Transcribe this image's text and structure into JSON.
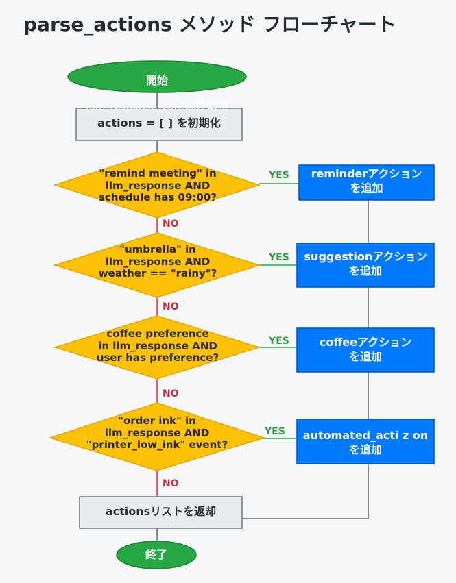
{
  "title": "parse_actions メソッド フローチャート",
  "start": {
    "title": "開始",
    "subtitle": "(llm_response_context) 取得"
  },
  "init": "actions = [ ] を初期化",
  "decisions": [
    {
      "text": "\"remind meeting\" in\nllm_response AND\nschedule has 09:00?",
      "yes": "YES",
      "no": "NO",
      "action": "reminderアクション\nを追加"
    },
    {
      "text": "\"umbrella\" in\nllm_response AND\nweather == \"rainy\"?",
      "yes": "YES",
      "no": "NO",
      "action": "suggestionアクション\nを追加"
    },
    {
      "text": "coffee preference\nin llm_response AND\nuser has preference?",
      "yes": "YES",
      "no": "NO",
      "action": "coffeeアクション\nを追加"
    },
    {
      "text": "\"order ink\" in\nllm_response AND\n\"printer_low_ink\" event?",
      "yes": "YES",
      "no": "NO",
      "action": "automated_acti z on\nを追加"
    }
  ],
  "return_box": "actionsリストを返却",
  "end": "終了",
  "colors": {
    "terminal_fill": "#28a745",
    "terminal_stroke": "#1e7e34",
    "decision_fill": "#ffc107",
    "decision_stroke": "#e0a800",
    "action_fill": "#007bff",
    "action_stroke": "#0056b3",
    "process_fill": "#e9ecef",
    "process_stroke": "#6c757d",
    "yes_color": "#28a745",
    "no_color": "#dc3545"
  }
}
